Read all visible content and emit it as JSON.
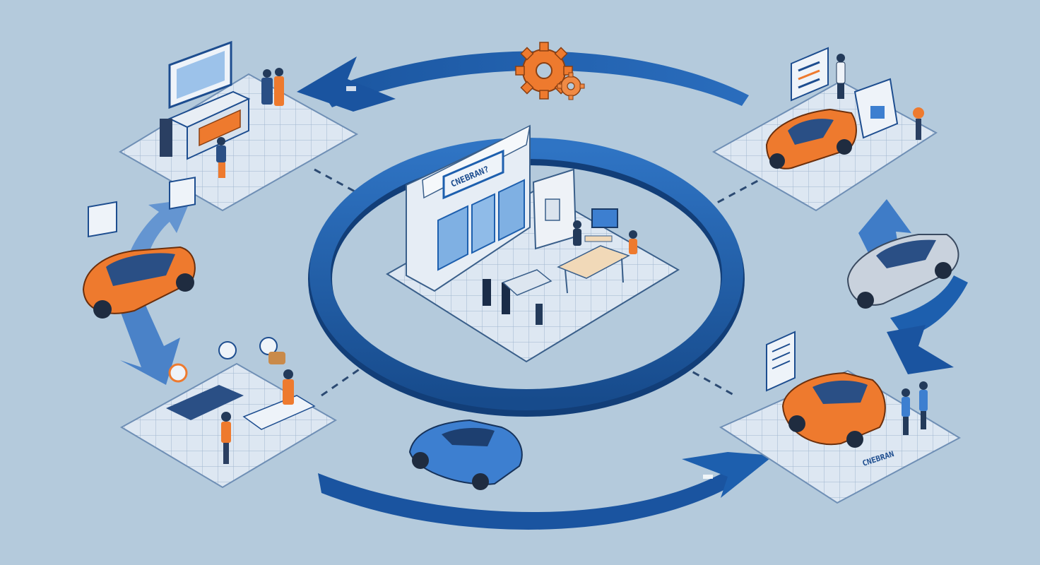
{
  "colors": {
    "background": "#b4cadc",
    "ring_blue": "#1d5fae",
    "ring_dark": "#17498a",
    "arrow_light": "#5b8fcf",
    "accent_orange": "#ee7a2e",
    "floor": "#dbe6f2",
    "floor_grid": "#9fb6cf",
    "wall": "#e6edf5",
    "car_blue": "#3d7fd0",
    "car_silver": "#c9d2dd",
    "ink": "#233a5a"
  },
  "center_building": {
    "sign_text": "CNEBRAN?"
  },
  "bottom_right_station": {
    "label_text": "CNEBRAN"
  },
  "icons": [
    "gear-icon",
    "circular-arrow",
    "dashed-connector"
  ]
}
